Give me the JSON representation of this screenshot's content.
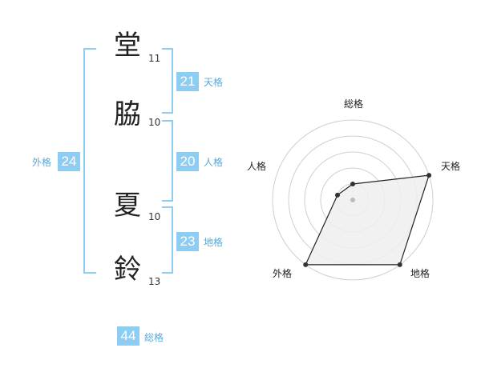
{
  "name_chart": {
    "characters": [
      {
        "char": "堂",
        "strokes": "11"
      },
      {
        "char": "脇",
        "strokes": "10"
      },
      {
        "char": "夏",
        "strokes": "10"
      },
      {
        "char": "鈴",
        "strokes": "13"
      }
    ],
    "tenkaku": {
      "value": "21",
      "label": "天格"
    },
    "jinkaku": {
      "value": "20",
      "label": "人格"
    },
    "chikaku": {
      "value": "23",
      "label": "地格"
    },
    "gaikaku": {
      "value": "24",
      "label": "外格"
    },
    "soukaku": {
      "value": "44",
      "label": "総格"
    },
    "bracket_color": "#8dcdf3",
    "label_color": "#5aa9d6"
  },
  "radar": {
    "labels": {
      "top": "総格",
      "right": "天格",
      "bottom_right": "地格",
      "bottom_left": "外格",
      "left": "人格"
    },
    "ring_count": 5,
    "fill_color": "#eeeeee",
    "line_color": "#222222"
  },
  "chart_data": {
    "type": "radar",
    "axes": [
      "総格",
      "天格",
      "地格",
      "外格",
      "人格"
    ],
    "values": [
      1,
      5,
      5,
      5,
      1
    ],
    "max": 5
  }
}
